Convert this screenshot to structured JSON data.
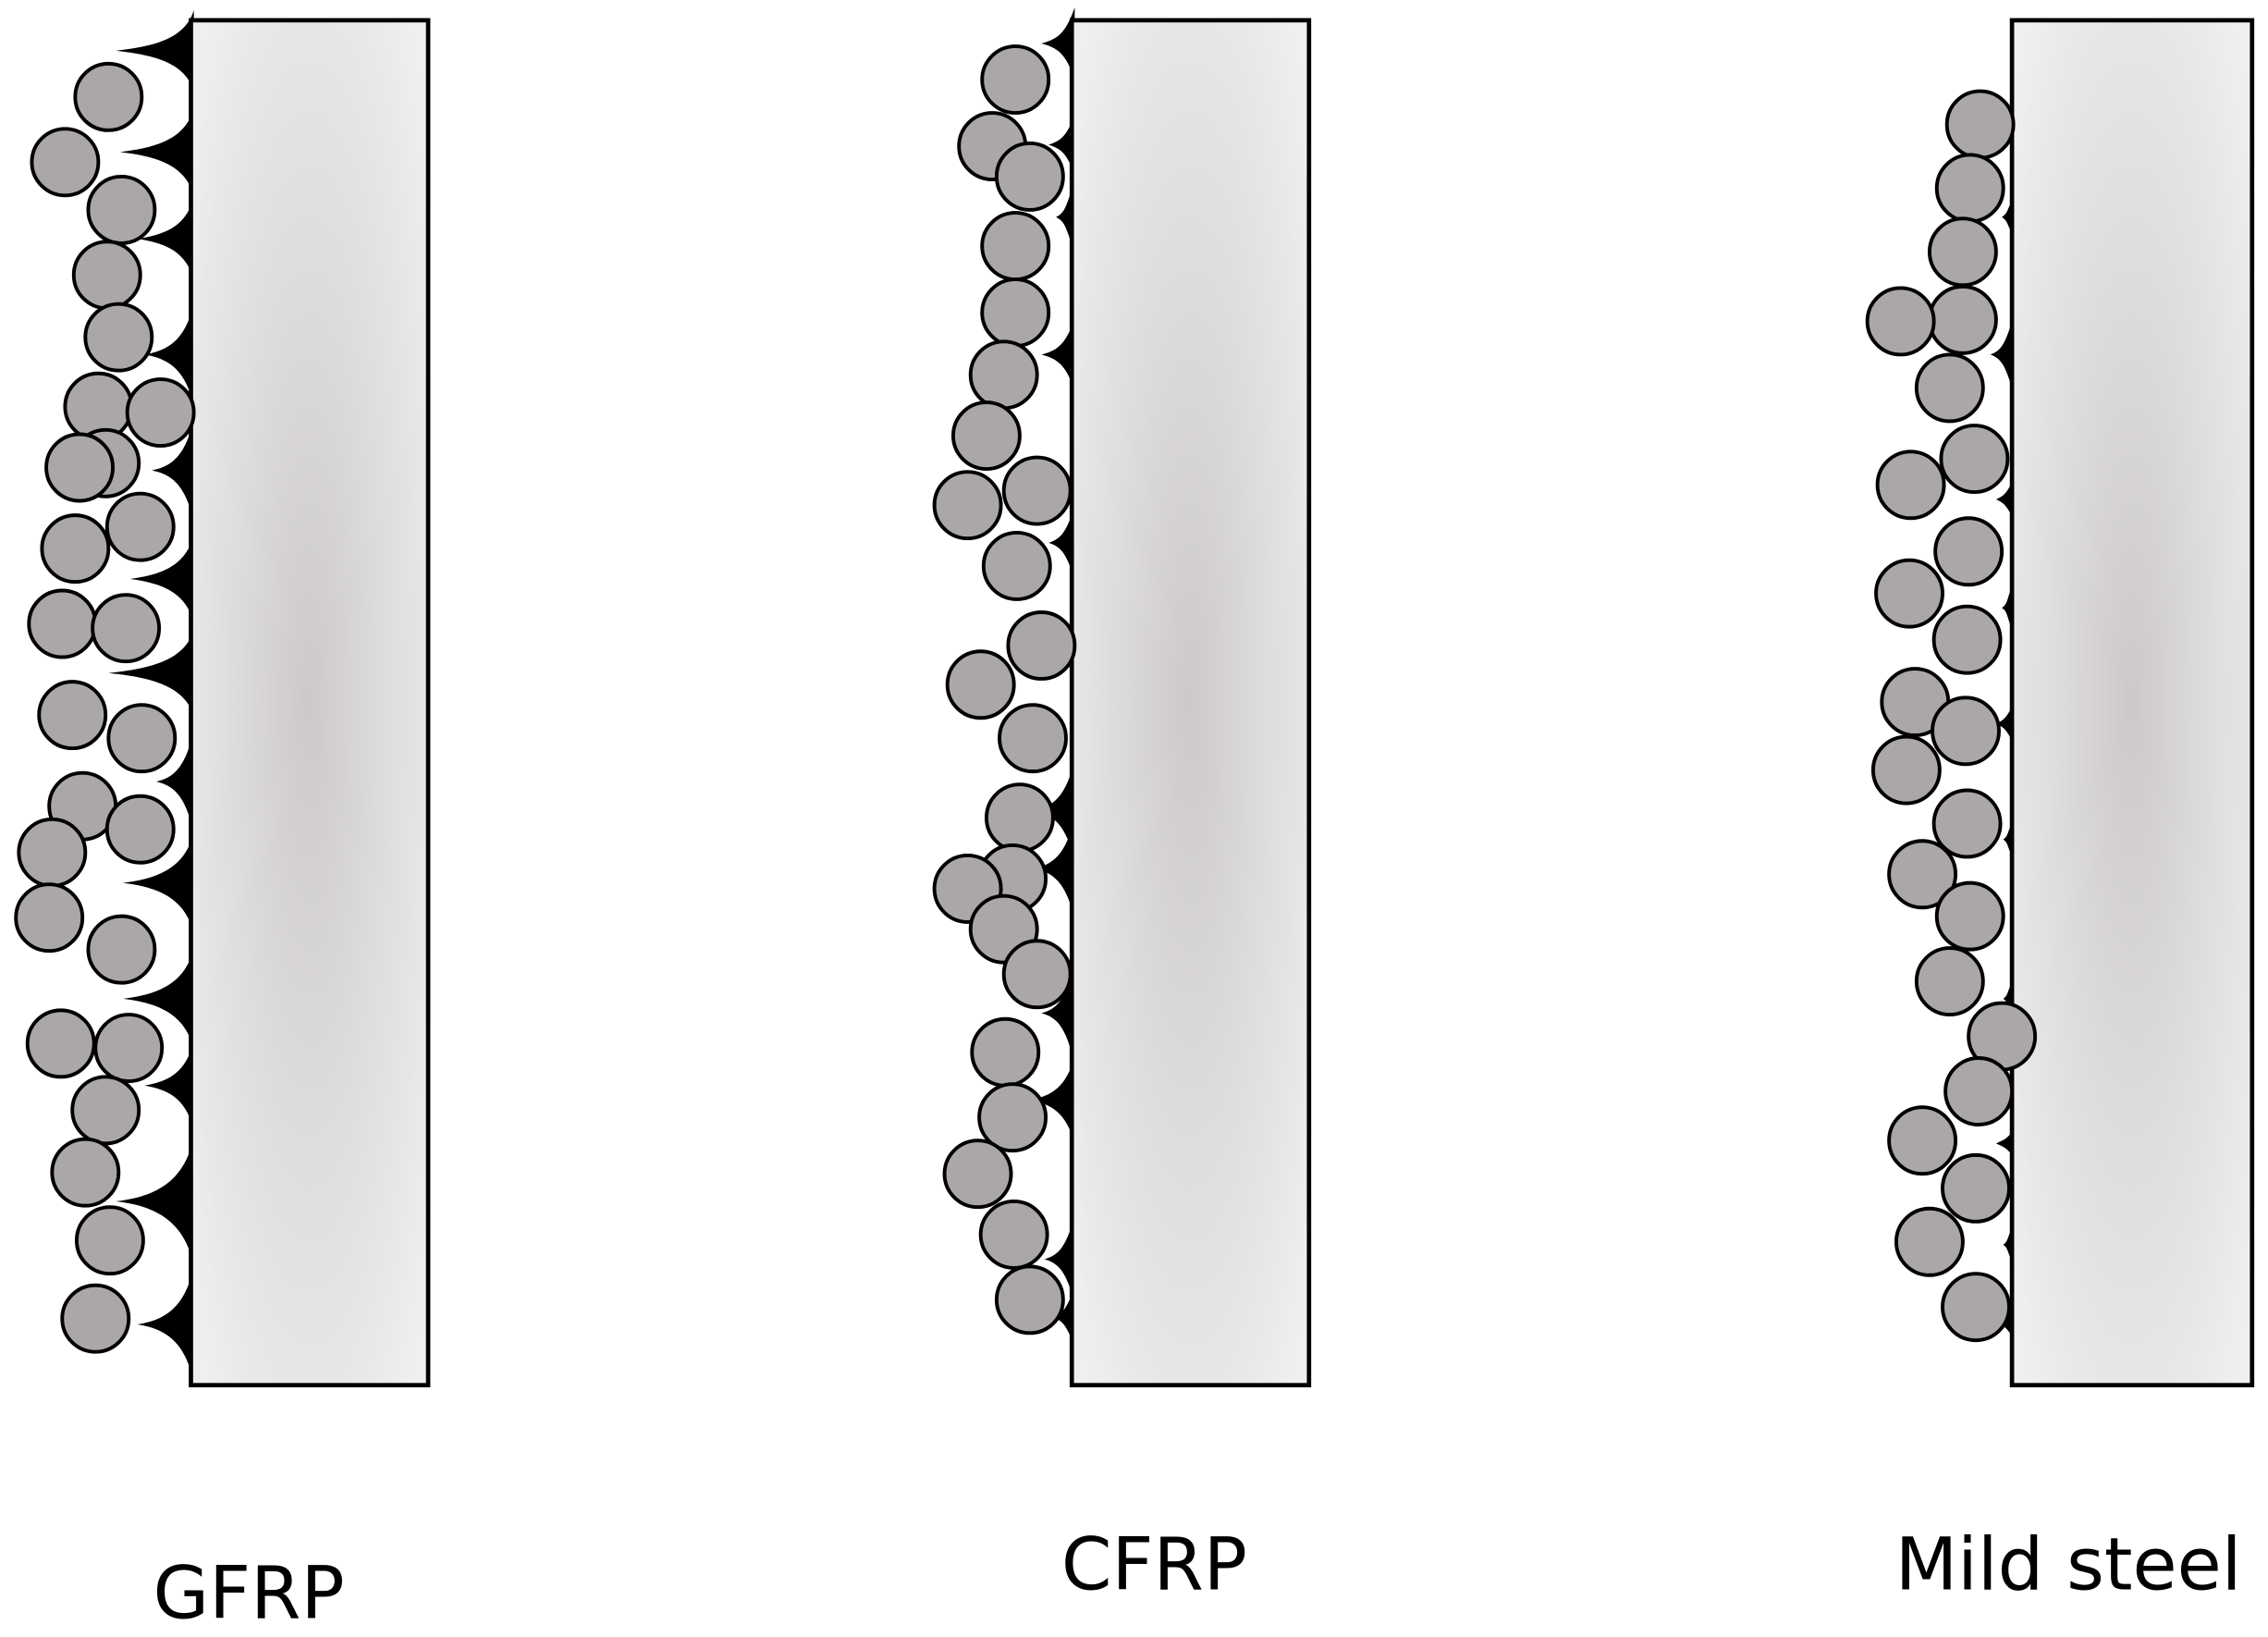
{
  "panels": [
    {
      "label": "GFRP"
    },
    {
      "label": "CFRP"
    },
    {
      "label": "Mild steel"
    }
  ],
  "colors": {
    "plate_center": "#cdc9c9",
    "plate_edge": "#efefef",
    "particle": "#aba7a7",
    "adhesive": "#000000",
    "outline": "#000000"
  }
}
